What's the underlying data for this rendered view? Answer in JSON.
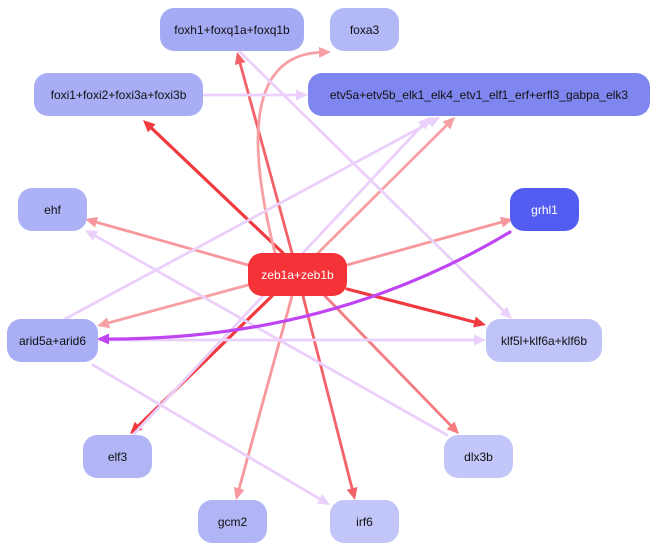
{
  "nodes": [
    {
      "id": "foxh1",
      "label": "foxh1+foxq1a+foxq1b",
      "color": "#a5aaf5"
    },
    {
      "id": "foxa3",
      "label": "foxa3",
      "color": "#b3b8f7"
    },
    {
      "id": "foxi1",
      "label": "foxi1+foxi2+foxi3a+foxi3b",
      "color": "#a8adf5"
    },
    {
      "id": "etv5a",
      "label": "etv5a+etv5b_elk1_elk4_etv1_elf1_erf+erfl3_gabpa_elk3",
      "color": "#7f86ef"
    },
    {
      "id": "ehf",
      "label": "ehf",
      "color": "#adb2f6"
    },
    {
      "id": "grhl1",
      "label": "grhl1",
      "color": "#535cf0"
    },
    {
      "id": "zeb1a",
      "label": "zeb1a+zeb1b",
      "color": "#f53237"
    },
    {
      "id": "arid5a",
      "label": "arid5a+arid6",
      "color": "#a9aef5"
    },
    {
      "id": "klf5l",
      "label": "klf5l+klf6a+klf6b",
      "color": "#bfc3f8"
    },
    {
      "id": "elf3",
      "label": "elf3",
      "color": "#b1b5f6"
    },
    {
      "id": "dlx3b",
      "label": "dlx3b",
      "color": "#c2c6f8"
    },
    {
      "id": "gcm2",
      "label": "gcm2",
      "color": "#b1b5f6"
    },
    {
      "id": "irf6",
      "label": "irf6",
      "color": "#c2c6f8"
    }
  ],
  "edges": [
    {
      "from": "zeb1a",
      "to": "foxi1",
      "color": "#f13a3f"
    },
    {
      "from": "zeb1a",
      "to": "foxh1",
      "color": "#f36268"
    },
    {
      "from": "zeb1a",
      "to": "foxa3",
      "color": "#f7a0a4"
    },
    {
      "from": "zeb1a",
      "to": "etv5a",
      "color": "#f7a0a4"
    },
    {
      "from": "zeb1a",
      "to": "ehf",
      "color": "#f7989d"
    },
    {
      "from": "zeb1a",
      "to": "grhl1",
      "color": "#f7989d"
    },
    {
      "from": "zeb1a",
      "to": "arid5a",
      "color": "#f7a0a4"
    },
    {
      "from": "zeb1a",
      "to": "klf5l",
      "color": "#f13a3f"
    },
    {
      "from": "zeb1a",
      "to": "elf3",
      "color": "#f13a3f"
    },
    {
      "from": "zeb1a",
      "to": "dlx3b",
      "color": "#f47b80"
    },
    {
      "from": "zeb1a",
      "to": "gcm2",
      "color": "#f7989d"
    },
    {
      "from": "zeb1a",
      "to": "irf6",
      "color": "#f36268"
    },
    {
      "from": "foxi1",
      "to": "etv5a",
      "color": "#ead0fb"
    },
    {
      "from": "foxh1",
      "to": "klf5l",
      "color": "#ead0fb"
    },
    {
      "from": "arid5a",
      "to": "etv5a",
      "color": "#ead0fb"
    },
    {
      "from": "arid5a",
      "to": "klf5l",
      "color": "#ead0fb"
    },
    {
      "from": "arid5a",
      "to": "irf6",
      "color": "#ead0fb"
    },
    {
      "from": "elf3",
      "to": "etv5a",
      "color": "#ead0fb"
    },
    {
      "from": "dlx3b",
      "to": "ehf",
      "color": "#ead0fb"
    },
    {
      "from": "grhl1",
      "to": "arid5a",
      "color": "#bf45f2"
    }
  ]
}
